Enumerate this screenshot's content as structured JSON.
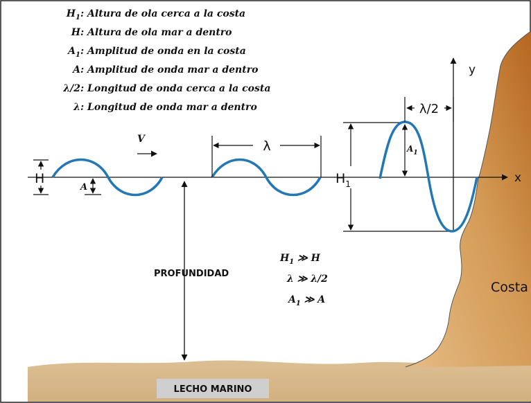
{
  "legend": [
    {
      "symbol": "H",
      "sub": "1",
      "text": ": Altura de ola cerca a la costa"
    },
    {
      "symbol": "H",
      "sub": "",
      "text": ": Altura de ola  mar a dentro"
    },
    {
      "symbol": "A",
      "sub": "1",
      "text": ": Amplitud de onda en la costa"
    },
    {
      "symbol": "A",
      "sub": "",
      "text": ": Amplitud de onda  mar a dentro"
    },
    {
      "symbol": "λ/2",
      "sub": "",
      "text": ": Longitud de onda cerca a la costa"
    },
    {
      "symbol": "λ",
      "sub": "",
      "text": ": Longitud de onda mar a dentro"
    }
  ],
  "labels": {
    "H": "H",
    "A": "A",
    "V": "V",
    "lambda": "λ",
    "H1": "H",
    "H1_sub": "1",
    "half_lambda": "λ/2",
    "A1": "A",
    "A1_sub": "1",
    "y_axis": "y",
    "x_axis": "x",
    "depth": "PROFUNDIDAD",
    "coast": "Costa",
    "seabed": "LECHO MARINO"
  },
  "relations": [
    {
      "lhs": "H",
      "lhs_sub": "1",
      "op": " ≫ ",
      "rhs": "H"
    },
    {
      "lhs": "λ",
      "lhs_sub": "",
      "op": " ≫ ",
      "rhs": "λ/2"
    },
    {
      "lhs": "A",
      "lhs_sub": "1",
      "op": " ≫ ",
      "rhs": "A"
    }
  ],
  "colors": {
    "wave": "#2277b4",
    "seabed": "#d9bb8f",
    "coast_light": "#e3b47a",
    "coast_dark": "#b96b22",
    "label_box": "#cfcfcf"
  }
}
